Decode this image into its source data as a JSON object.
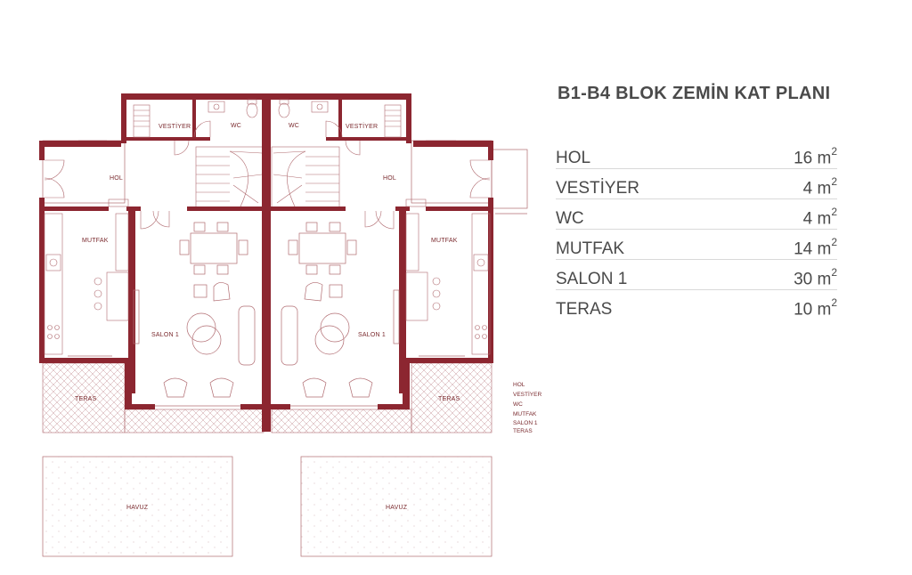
{
  "header": {
    "title": "B1-B4 BLOK ZEMİN KAT PLANI"
  },
  "areas": [
    {
      "room": "HOL",
      "value": "16 m",
      "unit_sup": "2"
    },
    {
      "room": "VESTİYER",
      "value": "4 m",
      "unit_sup": "2"
    },
    {
      "room": "WC",
      "value": "4 m",
      "unit_sup": "2"
    },
    {
      "room": "MUTFAK",
      "value": "14 m",
      "unit_sup": "2"
    },
    {
      "room": "SALON 1",
      "value": "30 m",
      "unit_sup": "2"
    },
    {
      "room": "TERAS",
      "value": "10 m",
      "unit_sup": "2"
    }
  ],
  "plan": {
    "labels": {
      "vestiyer": "VESTİYER",
      "wc": "WC",
      "hol": "HOL",
      "mutfak": "MUTFAK",
      "salon": "SALON 1",
      "teras": "TERAS",
      "havuz": "HAVUZ"
    },
    "legend": [
      "HOL",
      "VESTİYER",
      "WC",
      "MUTFAK",
      "SALON 1",
      "TERAS"
    ]
  },
  "colors": {
    "wall": "#8c2630",
    "line": "#b06b70",
    "text": "#4a4a4a",
    "divider": "#d9d9d9"
  }
}
